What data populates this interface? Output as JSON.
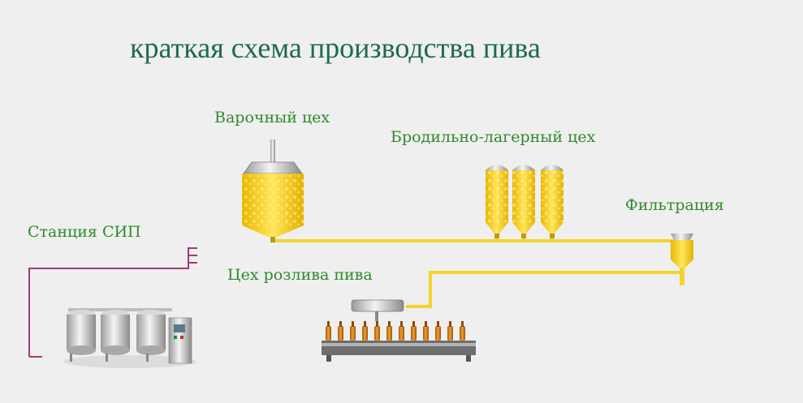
{
  "title": "краткая схема производства пива",
  "stages": {
    "brewhouse": "Варочный цех",
    "fermentation": "Бродильно-лагерный цех",
    "filtration": "Фильтрация",
    "cip": "Станция СИП",
    "bottling": "Цех розлива пива"
  },
  "colors": {
    "beer": "#f6d21c",
    "pipe": "#f2d42e",
    "cip_line": "#a03a7a",
    "title": "#1f6a4a",
    "label": "#2f8a2a"
  }
}
